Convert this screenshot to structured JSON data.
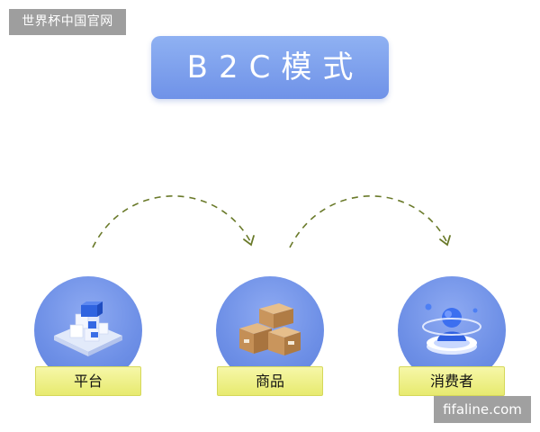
{
  "watermark_top": "世界杯中国官网",
  "title": "B2C模式",
  "nodes": [
    {
      "label": "平台",
      "icon": "platform-cubes-icon"
    },
    {
      "label": "商品",
      "icon": "cardboard-boxes-icon"
    },
    {
      "label": "消费者",
      "icon": "consumer-avatar-icon"
    }
  ],
  "watermark_bottom": "fifaline.com",
  "colors": {
    "title_bg": "#7b9cec",
    "circle_bg": "#6d8fe6",
    "label_bg": "#eef08a",
    "arrow": "#6a7a2a"
  }
}
